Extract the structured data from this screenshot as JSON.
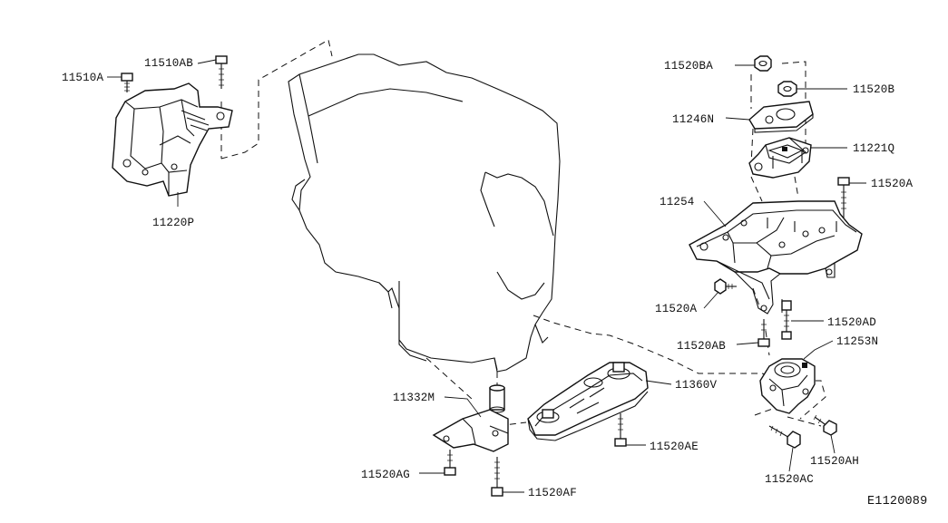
{
  "diagram_id": "E1120089",
  "parts": {
    "p11510A": "11510A",
    "p11510AB": "11510AB",
    "p11220P": "11220P",
    "p11520BA": "11520BA",
    "p11520B": "11520B",
    "p11246N": "11246N",
    "p11221Q": "11221Q",
    "p11520A_top": "11520A",
    "p11254": "11254",
    "p11520A_mid": "11520A",
    "p11520AD": "11520AD",
    "p11520AB_low": "11520AB",
    "p11253N": "11253N",
    "p11360V": "11360V",
    "p11332M": "11332M",
    "p11520AE": "11520AE",
    "p11520AG": "11520AG",
    "p11520AF": "11520AF",
    "p11520AH": "11520AH",
    "p11520AC": "11520AC"
  }
}
